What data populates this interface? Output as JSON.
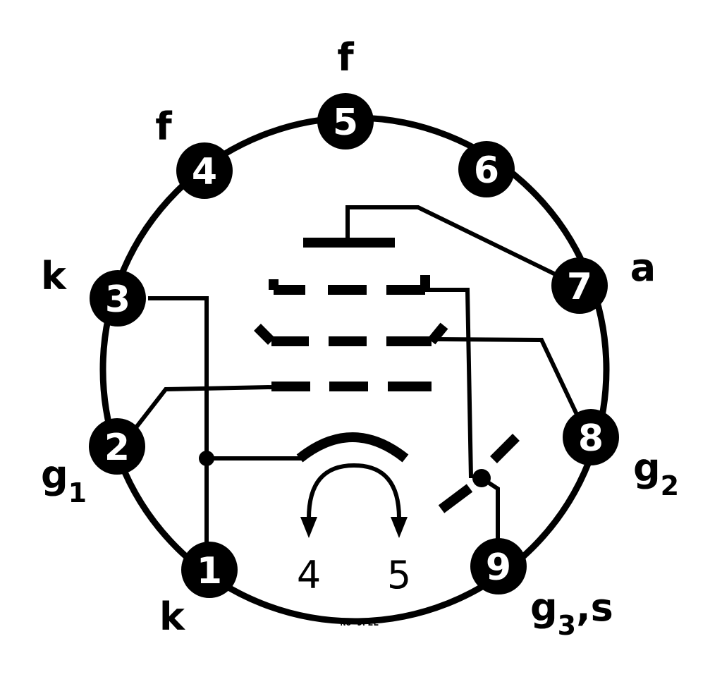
{
  "diagram": {
    "pins": [
      {
        "number": "1",
        "label": "k"
      },
      {
        "number": "2",
        "label": "g",
        "label_sub": "1"
      },
      {
        "number": "3",
        "label": "k"
      },
      {
        "number": "4",
        "label": "f"
      },
      {
        "number": "5",
        "label": "f"
      },
      {
        "number": "6",
        "label": ""
      },
      {
        "number": "7",
        "label": "a"
      },
      {
        "number": "8",
        "label": "g",
        "label_sub": "2"
      },
      {
        "number": "9",
        "label": "g",
        "label_sub": "3",
        "label_suffix": ",s"
      }
    ],
    "heater": {
      "left": "4",
      "right": "5"
    },
    "code": "No-9F2E"
  }
}
